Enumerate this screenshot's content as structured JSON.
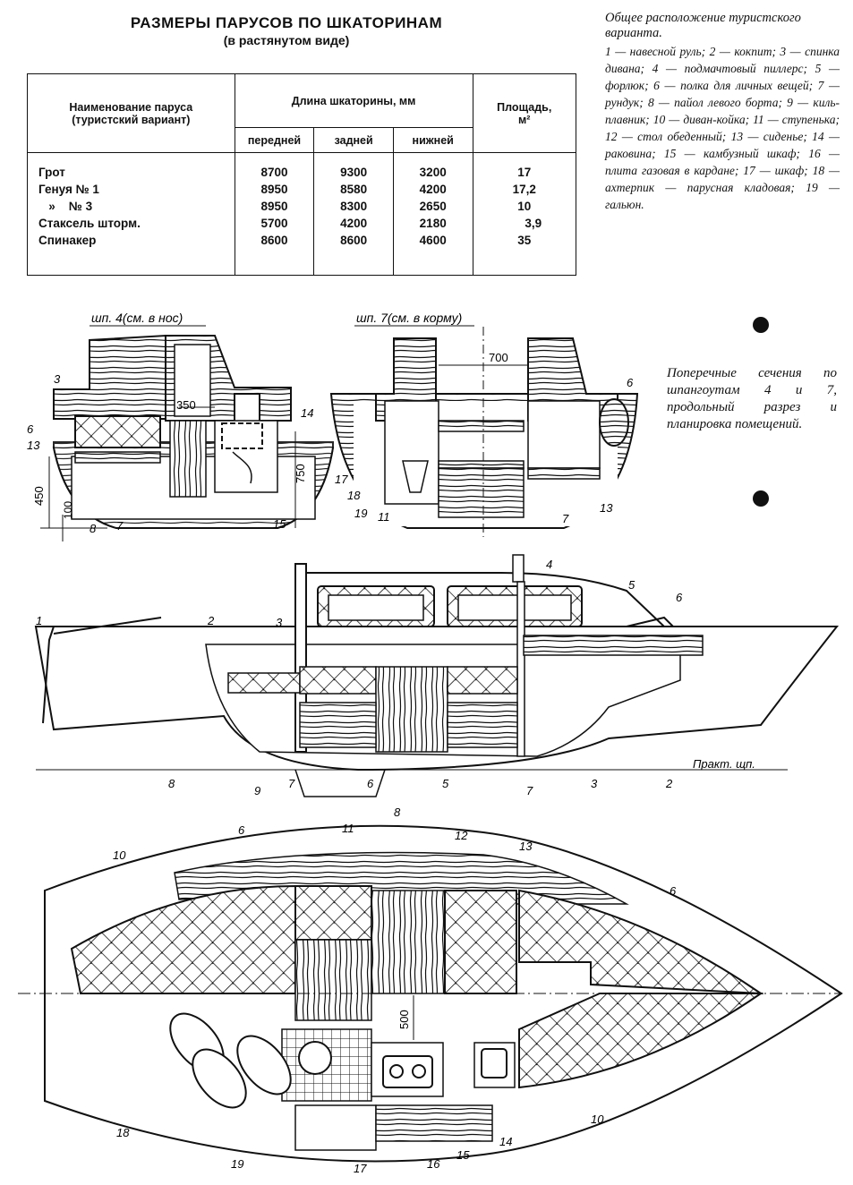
{
  "title": "РАЗМЕРЫ ПАРУСОВ ПО ШКАТОРИНАМ",
  "subtitle": "(в растянутом виде)",
  "table": {
    "col_name_line1": "Наименование паруса",
    "col_name_line2": "(туристский вариант)",
    "col_length": "Длина шкаторины, мм",
    "col_front": "передней",
    "col_back": "задней",
    "col_bottom": "нижней",
    "col_area": "Площадь,",
    "col_area_unit": "м²",
    "rows": [
      {
        "name": "Грот",
        "front": "8700",
        "back": "9300",
        "bottom": "3200",
        "area": "17"
      },
      {
        "name": "Генуя № 1",
        "front": "8950",
        "back": "8580",
        "bottom": "4200",
        "area": "17,2"
      },
      {
        "name": "   »    № 3",
        "front": "8950",
        "back": "8300",
        "bottom": "2650",
        "area": "10"
      },
      {
        "name": "Стаксель шторм.",
        "front": "5700",
        "back": "4200",
        "bottom": "2180",
        "area": "3,9"
      },
      {
        "name": "Спинакер",
        "front": "8600",
        "back": "8600",
        "bottom": "4600",
        "area": "35"
      }
    ]
  },
  "legend": {
    "heading": "Общее расположение турист­ского варианта.",
    "text": "1 — навесной руль; 2 — кокпит; 3 — спинка дивана; 4 — подмачтовый пиллерс; 5 — форлюк; 6 — полка для личных вещей; 7 — рундук; 8 — пайол левого борта; 9 — киль-плавник; 10 — диван-койка; 11 — ступенька; 12 — стол обеденный; 13 — сиденье; 14 — раковина; 15 — камбузный шкаф; 16 — плита газовая в кардане; 17 — шкаф; 18 — ахтерпик — парусная кладовая; 19 — гальюн."
  },
  "caption": "Поперечные сечения по шпангоутам 4 и 7, продольный разрез и планировка помещений.",
  "section1": {
    "label": "шп. 4(см. в нос)",
    "dim_350": "350",
    "dim_750": "750",
    "dim_450": "450",
    "dim_100": "100",
    "callouts": [
      "3",
      "6",
      "13",
      "8",
      "7",
      "14",
      "15"
    ]
  },
  "section2": {
    "label": "шп. 7(см. в корму)",
    "dim_700": "700",
    "callouts": [
      "6",
      "17",
      "18",
      "19",
      "11",
      "7",
      "13"
    ]
  },
  "profile": {
    "waterline_label": "Практ. щп.",
    "callouts_top": [
      "1",
      "2",
      "3",
      "4",
      "5",
      "6"
    ],
    "callouts_bottom": [
      "8",
      "9",
      "7",
      "6",
      "8",
      "5",
      "7",
      "3",
      "2"
    ]
  },
  "plan": {
    "dim_500": "500",
    "callouts": [
      "6",
      "10",
      "11",
      "12",
      "13",
      "6",
      "10",
      "18",
      "19",
      "17",
      "16",
      "15",
      "14"
    ]
  }
}
